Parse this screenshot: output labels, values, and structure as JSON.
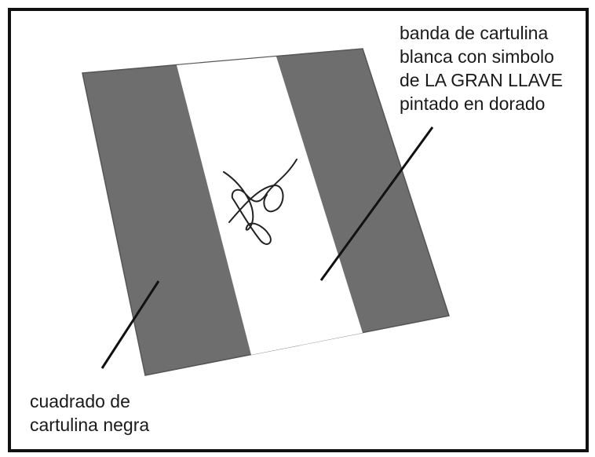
{
  "labels": {
    "band": [
      "banda de cartulina",
      "blanca con simbolo",
      "de LA GRAN LLAVE",
      "pintado en dorado"
    ],
    "square": [
      "cuadrado de",
      "cartulina negra"
    ]
  },
  "colors": {
    "dark_card": "#6e6e6e",
    "white_band": "#ffffff",
    "outline": "#111111"
  }
}
